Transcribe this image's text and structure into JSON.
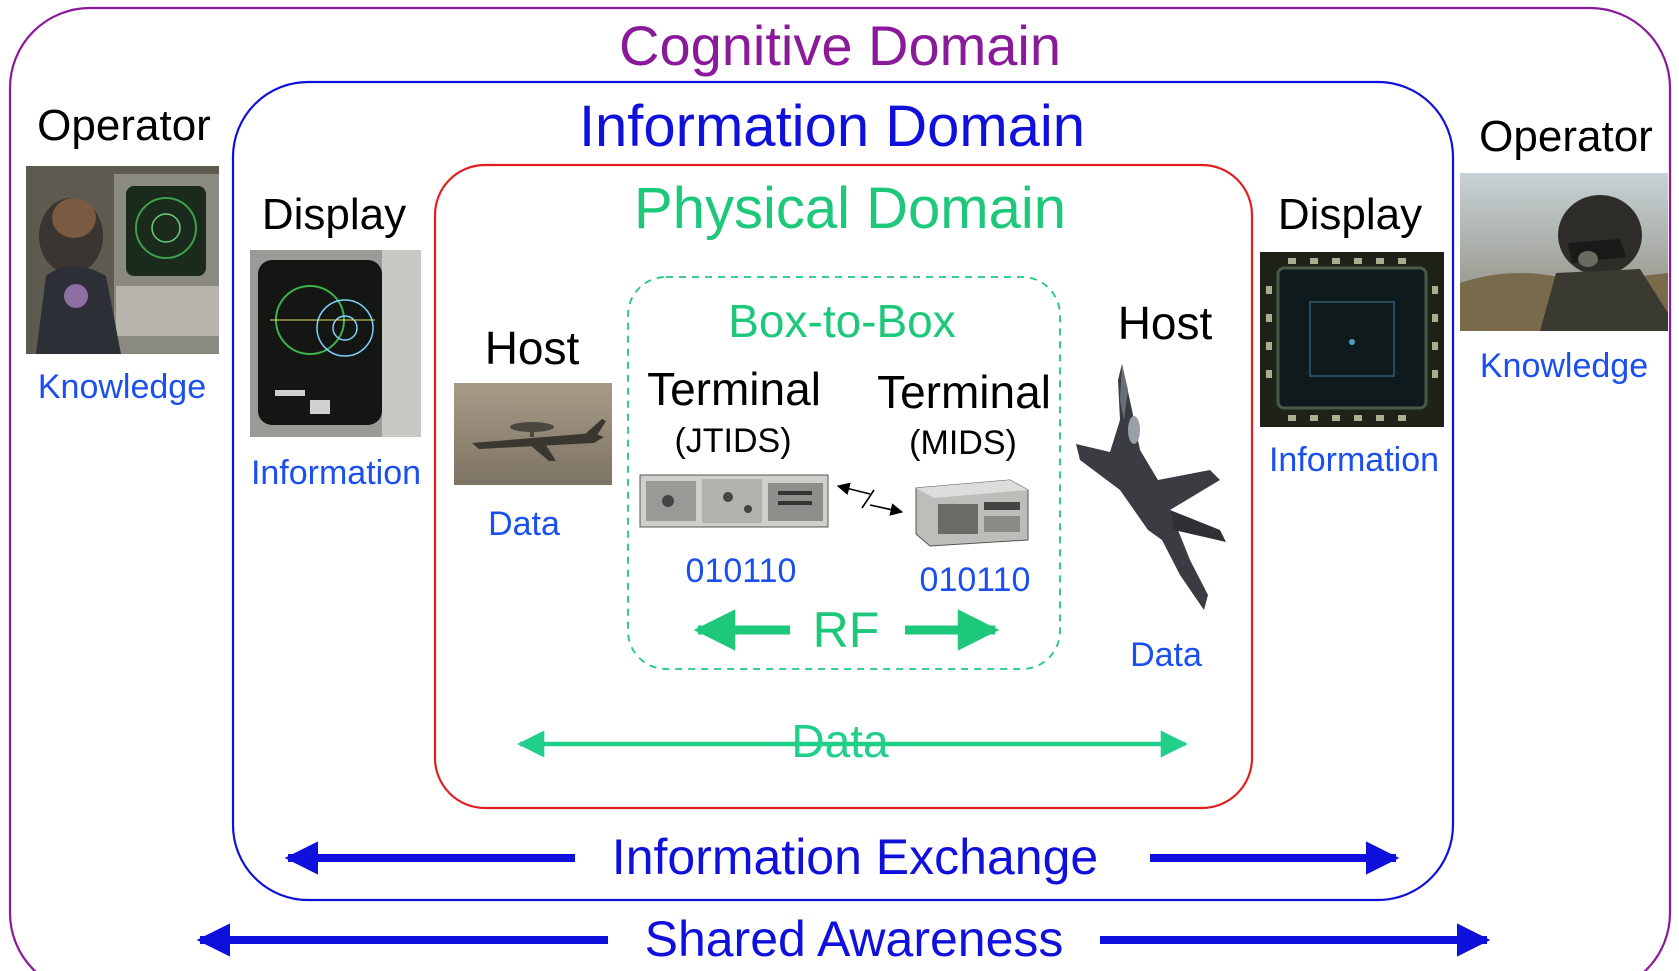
{
  "colors": {
    "cognitive": "#8b1a9a",
    "information": "#1010dd",
    "physical": "#e02020",
    "boxtobox": "#1ec87a",
    "black": "#000000",
    "blue_text": "#1a4ff0"
  },
  "cognitive": {
    "title": "Cognitive Domain"
  },
  "information": {
    "title": "Information Domain"
  },
  "physical": {
    "title": "Physical Domain"
  },
  "boxtobox": {
    "title": "Box-to-Box"
  },
  "left": {
    "operator": "Operator",
    "operator_sub": "Knowledge",
    "display": "Display",
    "display_sub": "Information",
    "host": "Host",
    "host_sub": "Data",
    "terminal": "Terminal",
    "terminal_type": "(JTIDS)",
    "bits": "010110"
  },
  "right": {
    "operator": "Operator",
    "operator_sub": "Knowledge",
    "display": "Display",
    "display_sub": "Information",
    "host": "Host",
    "host_sub": "Data",
    "terminal": "Terminal",
    "terminal_type": "(MIDS)",
    "bits": "010110"
  },
  "arrows": {
    "rf": "RF",
    "data": "Data",
    "info_exchange": "Information Exchange",
    "shared_awareness": "Shared Awareness"
  },
  "icons": {
    "operator_left": "operator-console-photo",
    "display_left": "radar-display-photo",
    "host_left": "awacs-aircraft-photo",
    "terminal_left": "jtids-terminal-photo",
    "terminal_right": "mids-terminal-photo",
    "host_right": "fighter-jet-photo",
    "display_right": "cockpit-display-photo",
    "operator_right": "pilot-photo"
  }
}
